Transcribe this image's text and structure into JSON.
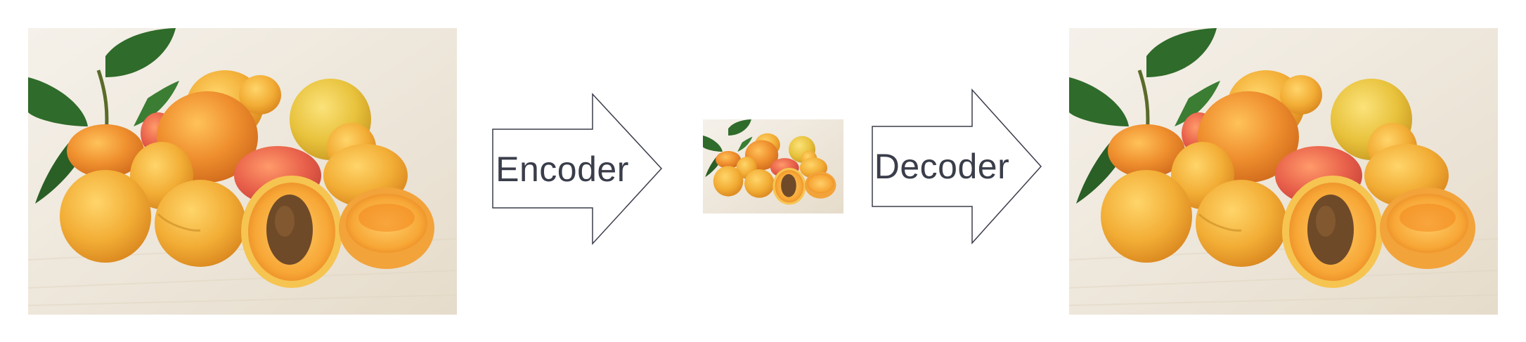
{
  "diagram": {
    "input_image": {
      "icon": "apricots-photo"
    },
    "latent_image": {
      "icon": "apricots-photo-small"
    },
    "output_image": {
      "icon": "apricots-photo"
    },
    "encoder_label": "Encoder",
    "decoder_label": "Decoder",
    "colors": {
      "background": "#ffffff",
      "arrow_fill": "#ffffff",
      "arrow_stroke": "#3a3d4a",
      "label_text": "#3a3d4a",
      "apricot": "#f0a93a",
      "leaf": "#2f6b2a",
      "table": "#efe8dc"
    }
  }
}
